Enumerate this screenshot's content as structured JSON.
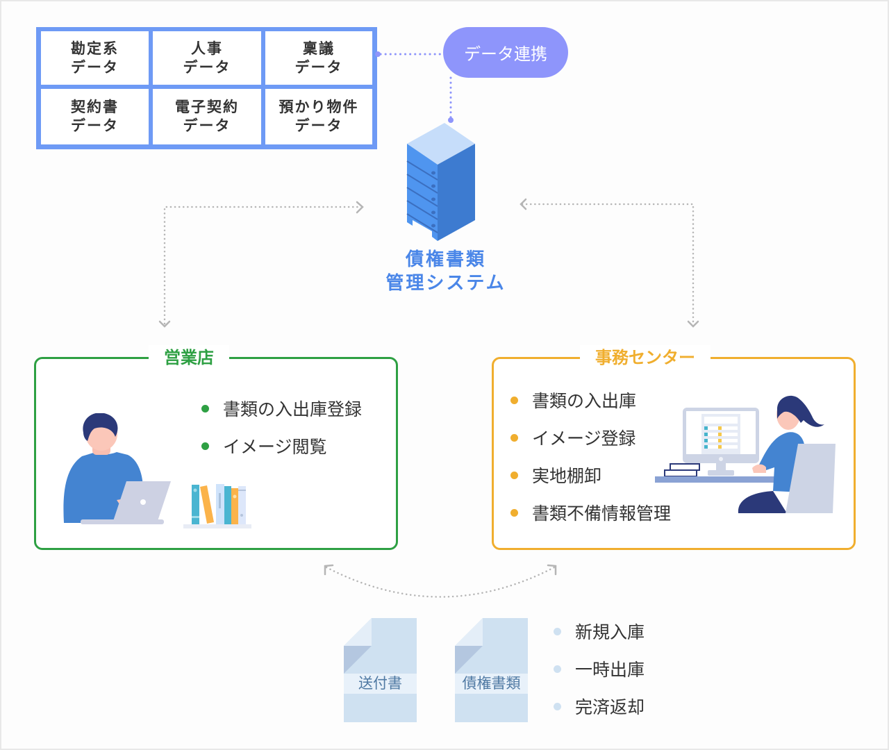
{
  "data_sources": [
    {
      "line1": "勘定系",
      "line2": "データ"
    },
    {
      "line1": "人事",
      "line2": "データ"
    },
    {
      "line1": "稟議",
      "line2": "データ"
    },
    {
      "line1": "契約書",
      "line2": "データ"
    },
    {
      "line1": "電子契約",
      "line2": "データ"
    },
    {
      "line1": "預かり物件",
      "line2": "データ"
    }
  ],
  "data_link_label": "データ連携",
  "system": {
    "line1": "債権書類",
    "line2": "管理システム",
    "icon": "server-icon"
  },
  "branch": {
    "title": "営業店",
    "items": [
      "書類の入出庫登録",
      "イメージ閲覧"
    ],
    "color": "#2ea043"
  },
  "office_center": {
    "title": "事務センター",
    "items": [
      "書類の入出庫",
      "イメージ登録",
      "実地棚卸",
      "書類不備情報管理"
    ],
    "color": "#f0ae2e"
  },
  "documents": [
    {
      "label": "送付書"
    },
    {
      "label": "債権書類"
    }
  ],
  "document_operations": [
    "新規入庫",
    "一時出庫",
    "完済返却"
  ],
  "colors": {
    "grid_border": "#6e9af5",
    "pill": "#8e95fb",
    "system_text": "#4a86e8",
    "arrow": "#b5b5b5",
    "doc_bullet": "#cfe1f1"
  }
}
